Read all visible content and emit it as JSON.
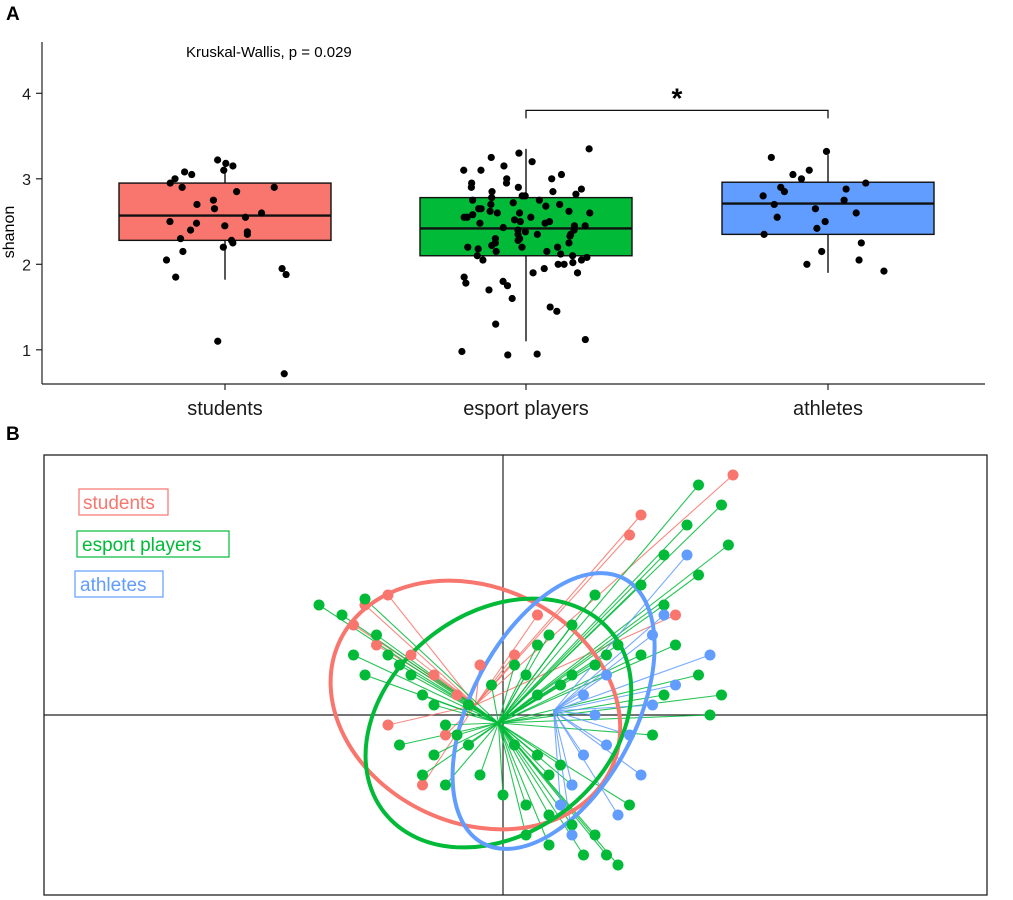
{
  "chart_data": [
    {
      "panel": "A",
      "type": "box",
      "ylabel": "shanon",
      "ylim": [
        0.6,
        4.6
      ],
      "yticks": [
        1,
        2,
        3,
        4
      ],
      "categories": [
        "students",
        "esport players",
        "athletes"
      ],
      "colors": [
        "#F8766D",
        "#00BA38",
        "#619CFF"
      ],
      "annotation": "Kruskal-Wallis, p = 0.029",
      "significance": {
        "from": "esport players",
        "to": "athletes",
        "label": "*",
        "y": 3.8
      },
      "boxes": [
        {
          "category": "students",
          "whisker_low": 1.82,
          "q1": 2.28,
          "median": 2.57,
          "q3": 2.95,
          "whisker_high": 3.22
        },
        {
          "category": "esport players",
          "whisker_low": 1.1,
          "q1": 2.1,
          "median": 2.42,
          "q3": 2.78,
          "whisker_high": 3.35
        },
        {
          "category": "athletes",
          "whisker_low": 1.9,
          "q1": 2.35,
          "median": 2.71,
          "q3": 2.96,
          "whisker_high": 3.28
        }
      ],
      "points": [
        {
          "category": "students",
          "values": [
            3.1,
            3.15,
            3.0,
            3.05,
            3.22,
            3.18,
            2.95,
            2.9,
            2.85,
            2.75,
            2.7,
            2.6,
            2.55,
            2.5,
            2.45,
            2.4,
            2.35,
            2.3,
            2.25,
            2.2,
            2.15,
            2.05,
            1.95,
            1.88,
            1.85,
            1.1,
            0.72,
            3.08,
            2.65,
            2.28,
            2.38,
            2.48,
            2.9
          ]
        },
        {
          "category": "esport players",
          "values": [
            3.35,
            3.3,
            3.25,
            3.2,
            3.15,
            3.1,
            3.05,
            3.0,
            2.95,
            2.9,
            2.88,
            2.85,
            2.82,
            2.8,
            2.78,
            2.75,
            2.72,
            2.7,
            2.68,
            2.65,
            2.62,
            2.6,
            2.58,
            2.55,
            2.52,
            2.5,
            2.48,
            2.45,
            2.43,
            2.4,
            2.38,
            2.35,
            2.33,
            2.3,
            2.28,
            2.25,
            2.22,
            2.2,
            2.18,
            2.15,
            2.12,
            2.1,
            2.08,
            2.05,
            2.02,
            2.0,
            1.95,
            1.9,
            1.85,
            1.8,
            1.75,
            1.7,
            1.6,
            1.5,
            1.45,
            1.3,
            1.12,
            0.98,
            0.94,
            0.95,
            2.9,
            2.75,
            2.6,
            2.5,
            2.45,
            2.35,
            2.2,
            2.1,
            2.0,
            1.9,
            2.3,
            2.55,
            2.65,
            2.85,
            3.0,
            2.15,
            2.4,
            2.7,
            2.25,
            2.05,
            1.78,
            2.95,
            3.1,
            2.55,
            2.62,
            2.35,
            2.48,
            2.8,
            2.2,
            2.6
          ]
        },
        {
          "category": "athletes",
          "values": [
            3.32,
            3.25,
            3.1,
            3.05,
            3.0,
            2.95,
            2.9,
            2.85,
            2.8,
            2.75,
            2.7,
            2.65,
            2.55,
            2.5,
            2.42,
            2.35,
            2.25,
            2.15,
            2.05,
            2.0,
            1.92,
            2.6,
            2.88
          ]
        }
      ]
    },
    {
      "panel": "B",
      "type": "scatter",
      "groups": [
        "students",
        "esport players",
        "athletes"
      ],
      "colors": [
        "#F8766D",
        "#00BA38",
        "#619CFF"
      ],
      "legend_position": "top-left",
      "axes": "centered cross lines",
      "centroids": [
        {
          "group": "students",
          "x": -0.12,
          "y": 0.05
        },
        {
          "group": "esport players",
          "x": -0.02,
          "y": -0.04
        },
        {
          "group": "athletes",
          "x": 0.22,
          "y": 0.02
        }
      ],
      "points": [
        {
          "group": "students",
          "xy": [
            [
              1.0,
              1.2
            ],
            [
              0.6,
              1.0
            ],
            [
              0.75,
              0.5
            ],
            [
              -0.6,
              0.55
            ],
            [
              -0.5,
              0.6
            ],
            [
              -0.65,
              0.45
            ],
            [
              -0.3,
              0.2
            ],
            [
              -0.2,
              0.1
            ],
            [
              -0.4,
              0.3
            ],
            [
              -0.55,
              0.35
            ],
            [
              -0.1,
              0.25
            ],
            [
              0.05,
              0.3
            ],
            [
              -0.25,
              -0.1
            ],
            [
              -0.35,
              -0.35
            ],
            [
              -0.5,
              -0.05
            ],
            [
              0.55,
              0.9
            ],
            [
              0.15,
              0.5
            ]
          ]
        },
        {
          "group": "esport players",
          "xy": [
            [
              0.85,
              1.15
            ],
            [
              0.95,
              1.05
            ],
            [
              0.98,
              0.85
            ],
            [
              0.85,
              0.7
            ],
            [
              0.7,
              0.55
            ],
            [
              0.85,
              0.2
            ],
            [
              0.95,
              0.1
            ],
            [
              0.9,
              0.0
            ],
            [
              -0.8,
              0.55
            ],
            [
              -0.7,
              0.5
            ],
            [
              -0.6,
              0.58
            ],
            [
              -0.55,
              0.4
            ],
            [
              -0.5,
              0.3
            ],
            [
              -0.45,
              0.25
            ],
            [
              -0.4,
              0.2
            ],
            [
              -0.35,
              0.1
            ],
            [
              -0.3,
              0.05
            ],
            [
              -0.25,
              -0.05
            ],
            [
              -0.2,
              -0.1
            ],
            [
              -0.3,
              -0.2
            ],
            [
              -0.35,
              -0.3
            ],
            [
              -0.25,
              -0.35
            ],
            [
              -0.1,
              -0.3
            ],
            [
              0.0,
              -0.4
            ],
            [
              0.1,
              -0.45
            ],
            [
              0.2,
              -0.5
            ],
            [
              0.3,
              -0.55
            ],
            [
              0.4,
              -0.6
            ],
            [
              0.45,
              -0.7
            ],
            [
              0.5,
              -0.75
            ],
            [
              0.35,
              -0.7
            ],
            [
              0.2,
              -0.65
            ],
            [
              0.1,
              -0.6
            ],
            [
              0.15,
              0.1
            ],
            [
              0.25,
              0.15
            ],
            [
              0.3,
              0.2
            ],
            [
              0.4,
              0.25
            ],
            [
              0.45,
              0.3
            ],
            [
              0.5,
              0.35
            ],
            [
              0.1,
              0.2
            ],
            [
              0.05,
              0.25
            ],
            [
              0.6,
              0.3
            ],
            [
              -0.05,
              0.15
            ],
            [
              -0.15,
              0.05
            ],
            [
              0.05,
              -0.15
            ],
            [
              0.15,
              -0.2
            ],
            [
              0.25,
              -0.25
            ],
            [
              -0.15,
              -0.15
            ],
            [
              0.3,
              -0.35
            ],
            [
              0.2,
              -0.3
            ],
            [
              0.55,
              -0.45
            ],
            [
              0.65,
              -0.1
            ],
            [
              0.7,
              0.1
            ],
            [
              0.75,
              0.35
            ],
            [
              0.4,
              0.6
            ],
            [
              0.3,
              0.45
            ],
            [
              0.2,
              0.4
            ],
            [
              0.15,
              0.35
            ],
            [
              -0.45,
              -0.15
            ],
            [
              -0.6,
              0.2
            ],
            [
              -0.65,
              0.3
            ],
            [
              0.6,
              0.65
            ],
            [
              0.7,
              0.8
            ],
            [
              0.8,
              0.95
            ]
          ]
        },
        {
          "group": "athletes",
          "xy": [
            [
              0.8,
              0.8
            ],
            [
              0.9,
              0.3
            ],
            [
              0.75,
              0.15
            ],
            [
              0.65,
              0.05
            ],
            [
              0.55,
              -0.1
            ],
            [
              0.45,
              -0.15
            ],
            [
              0.4,
              0.0
            ],
            [
              0.35,
              -0.2
            ],
            [
              0.3,
              -0.35
            ],
            [
              0.25,
              -0.45
            ],
            [
              0.6,
              -0.3
            ],
            [
              0.5,
              -0.5
            ],
            [
              0.3,
              -0.6
            ],
            [
              0.35,
              0.1
            ],
            [
              0.45,
              0.2
            ],
            [
              0.7,
              0.5
            ],
            [
              0.65,
              0.4
            ]
          ]
        }
      ]
    }
  ],
  "panels": {
    "a_label": "A",
    "b_label": "B"
  },
  "legend": [
    "students",
    "esport players",
    "athletes"
  ]
}
